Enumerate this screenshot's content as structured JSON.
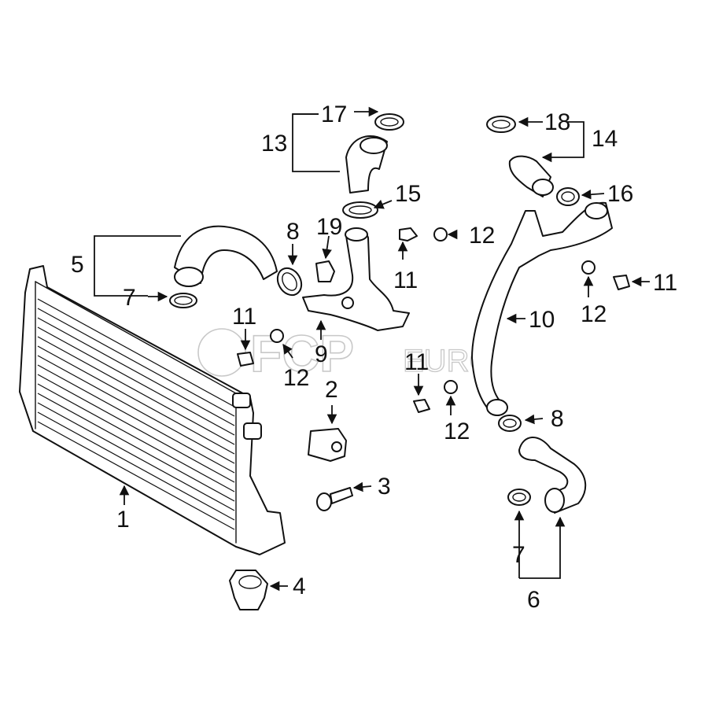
{
  "callouts": {
    "c1": "1",
    "c2": "2",
    "c3": "3",
    "c4": "4",
    "c5": "5",
    "c6": "6",
    "c7a": "7",
    "c7b": "7",
    "c8a": "8",
    "c8b": "8",
    "c9": "9",
    "c10": "10",
    "c11a": "11",
    "c11b": "11",
    "c11c": "11",
    "c11d": "11",
    "c12a": "12",
    "c12b": "12",
    "c12c": "12",
    "c12d": "12",
    "c13": "13",
    "c14": "14",
    "c15": "15",
    "c16": "16",
    "c17": "17",
    "c18": "18",
    "c19": "19"
  },
  "watermark": {
    "brand": "FCP",
    "sub": "EURO"
  },
  "colors": {
    "line": "#111111",
    "watermark": "#c8c8c8",
    "background": "#ffffff"
  }
}
